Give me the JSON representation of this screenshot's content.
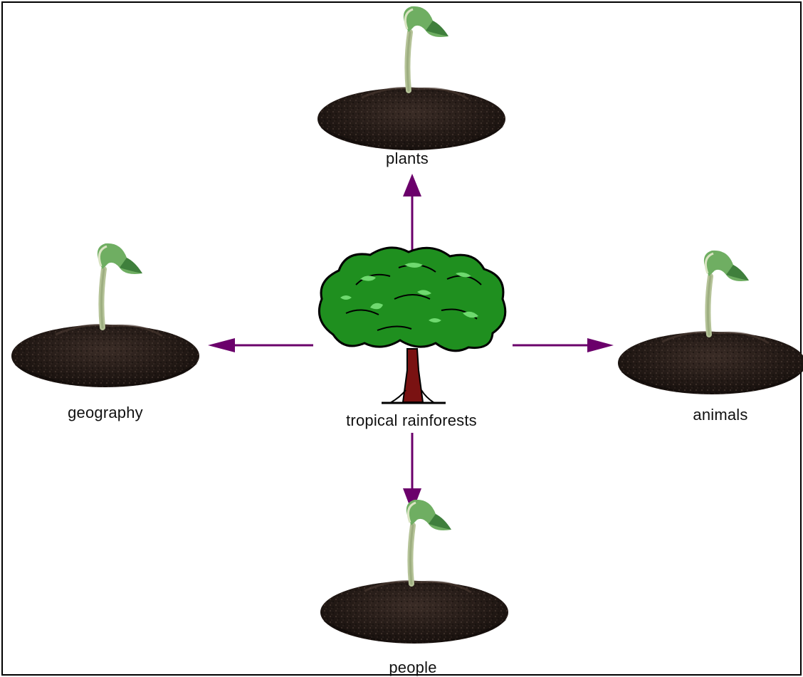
{
  "diagram": {
    "center": {
      "label": "tropical rainforests",
      "icon": "tree-icon"
    },
    "branches": [
      {
        "key": "plants",
        "label": "plants",
        "icon": "seedling-icon"
      },
      {
        "key": "geography",
        "label": "geography",
        "icon": "seedling-icon"
      },
      {
        "key": "animals",
        "label": "animals",
        "icon": "seedling-icon"
      },
      {
        "key": "people",
        "label": "people",
        "icon": "seedling-icon"
      }
    ],
    "colors": {
      "arrow": "#6b006b",
      "soil": "#241a16",
      "stem": "#a9b98a",
      "leaf": "#5fa35c",
      "tree_foliage": "#1f8f1f",
      "tree_trunk": "#7a1212"
    }
  }
}
